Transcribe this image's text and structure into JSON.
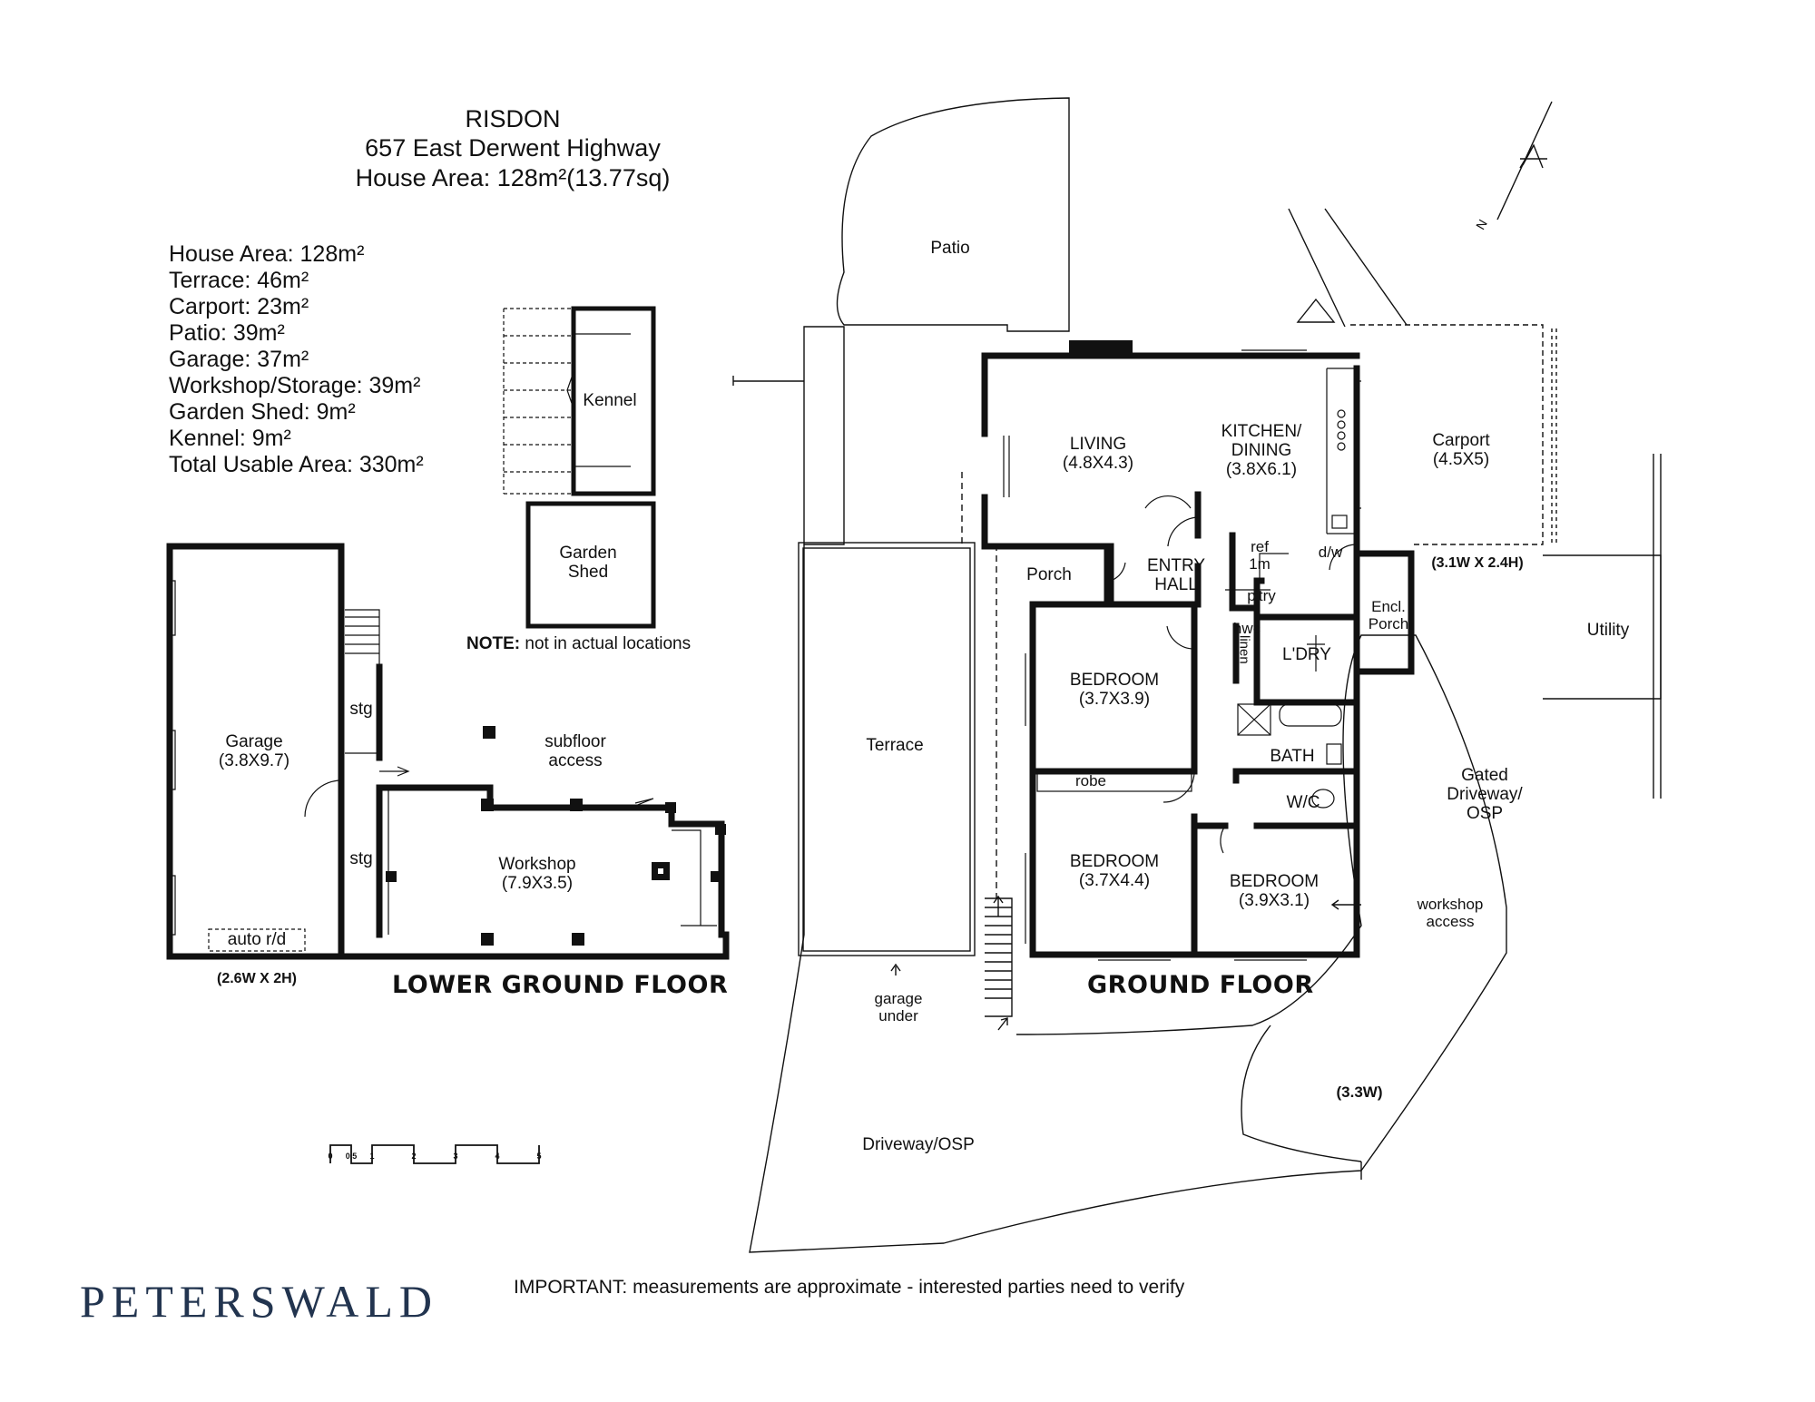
{
  "header": {
    "suburb": "RISDON",
    "address": "657 East Derwent Highway",
    "house_area_title": "House Area: 128m²(13.77sq)"
  },
  "areas": [
    "House Area: 128m²",
    "Terrace: 46m²",
    "Carport: 23m²",
    "Patio: 39m²",
    "Garage: 37m²",
    "Workshop/Storage: 39m²",
    "Garden Shed: 9m²",
    "Kennel: 9m²",
    "Total Usable Area: 330m²"
  ],
  "note": {
    "label": "NOTE:",
    "text": " not in actual locations"
  },
  "floors": {
    "lower": "LOWER GROUND FLOOR",
    "ground": "GROUND FLOOR"
  },
  "rooms": {
    "kennel": "Kennel",
    "garden_shed": "Garden\nShed",
    "garage": "Garage\n(3.8X9.7)",
    "stg_upper": "stg",
    "stg_lower": "stg",
    "auto_door": "auto r/d",
    "garage_door_size": "(2.6W X 2H)",
    "subfloor": "subfloor\naccess",
    "workshop": "Workshop\n(7.9X3.5)",
    "patio": "Patio",
    "living": "LIVING\n(4.8X4.3)",
    "kitchen": "KITCHEN/\nDINING\n(3.8X6.1)",
    "carport": "Carport\n(4.5X5)",
    "carport_opening": "(3.1W X 2.4H)",
    "utility": "Utility",
    "porch": "Porch",
    "entry": "ENTRY\nHALL",
    "ref": "ref\n1m",
    "dw": "d/w",
    "pantry": "p'try",
    "encl_porch": "Encl.\nPorch",
    "hwc": "hwc",
    "linen": "linen",
    "laundry": "L'DRY",
    "bedroom1": "BEDROOM\n(3.7X3.9)",
    "bath": "BATH",
    "robe": "robe",
    "wc": "W/C",
    "terrace": "Terrace",
    "gated_driveway": "Gated\nDriveway/\nOSP",
    "bedroom2": "BEDROOM\n(3.7X4.4)",
    "bedroom3": "BEDROOM\n(3.9X3.1)",
    "workshop_access": "workshop\naccess",
    "garage_under": "garage\nunder",
    "driveway": "Driveway/OSP",
    "gate_width": "(3.3W)"
  },
  "compass": {
    "north_label": "N"
  },
  "scale_bar": {
    "ticks": [
      "0",
      "0.5",
      "1",
      "2",
      "3",
      "4",
      "5"
    ]
  },
  "brand": "PETERSWALD",
  "disclaimer": "IMPORTANT: measurements are approximate - interested parties need to verify",
  "colors": {
    "brand": "#22344f",
    "wall": "#111111"
  }
}
